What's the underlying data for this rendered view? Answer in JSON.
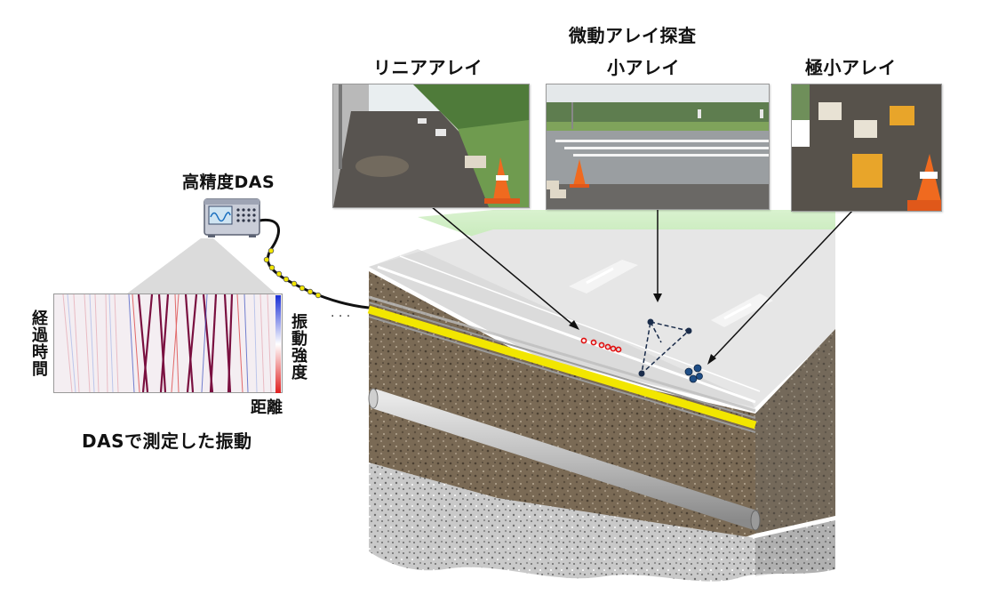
{
  "labels": {
    "microtremor_title": "微動アレイ探査",
    "linear_array": "リニアアレイ",
    "small_array": "小アレイ",
    "tiny_array": "極小アレイ",
    "das_device": "高精度DAS",
    "elapsed_time": "経過時間",
    "vibration_intensity": "振動強度",
    "distance": "距離",
    "das_caption": "DASで測定した振動"
  },
  "colors": {
    "fiber_cable": "#f2e600",
    "linear_sensor": "#e01010",
    "small_sensor": "#1a2c4a",
    "tiny_sensor": "#1f4e86",
    "colorbar_top": "#1a2fd6",
    "colorbar_bottom": "#e02020",
    "grass": "#8fd07a"
  },
  "icons": {
    "das_device": "oscilloscope-icon"
  }
}
